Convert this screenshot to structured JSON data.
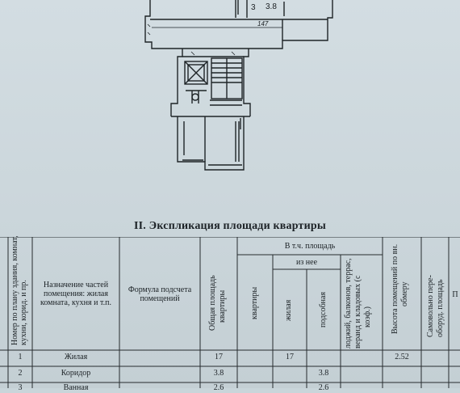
{
  "plan": {
    "room_number": "3",
    "room_area": "3.8",
    "dimension": "147"
  },
  "section": {
    "title": "II. Экспликация площади квартиры"
  },
  "table": {
    "headers": {
      "room_no": "Номер по плану здания, комнат, кухни, корид. и пр.",
      "purpose": "Назначение частей помещения: жилая комната, кухня и т.п.",
      "formula": "Формула подсчета помещений",
      "total_area": "Общая площадь квартиры",
      "incl_area": "В т.ч. площадь",
      "apartments": "квартиры",
      "of_which": "из нее",
      "living": "жилая",
      "auxiliary": "подсобная",
      "loggias": "лоджий, балконов, террас, веранд и кладовых (с коэф.)",
      "height": "Высота помещений по вн. обмеру",
      "self_redev": "Самовольно пере- оборуд. площадь",
      "extra_col": "П"
    },
    "rows": [
      {
        "no": "1",
        "purpose": "Жилая",
        "total": "17",
        "living": "17",
        "aux": "",
        "height": "2.52"
      },
      {
        "no": "2",
        "purpose": "Коридор",
        "total": "3.8",
        "living": "",
        "aux": "3.8",
        "height": ""
      },
      {
        "no": "3",
        "purpose": "Ванная",
        "total": "2.6",
        "living": "",
        "aux": "2.6",
        "height": ""
      }
    ]
  }
}
